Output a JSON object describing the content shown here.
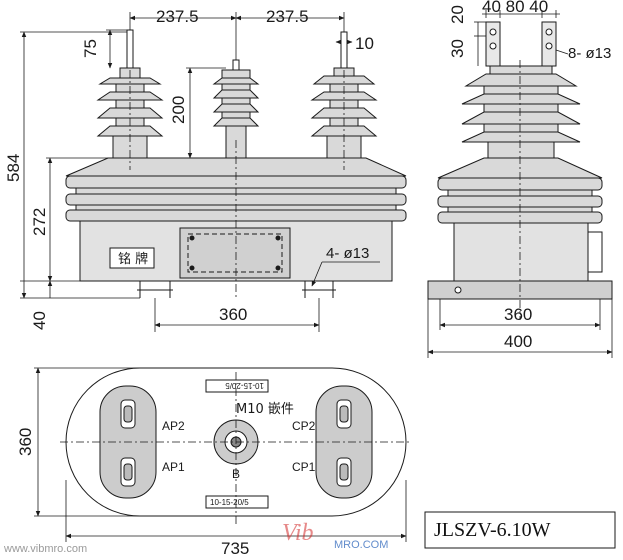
{
  "dimensions": {
    "top_left_span": "237.5",
    "top_right_span": "237.5",
    "stud_height": "75",
    "stud_width": "10",
    "insulator_height": "200",
    "total_height": "584",
    "body_height": "272",
    "foot_height": "40",
    "mount_hole": "4- ø13",
    "mount_spacing_front": "360",
    "side_20": "20",
    "side_30": "30",
    "terminal_spacing": "40 80 40",
    "terminal_holes": "8- ø13",
    "side_mount_spacing": "360",
    "side_width": "400",
    "plan_depth": "360",
    "plan_length": "735"
  },
  "labels": {
    "nameplate": "铭 牌",
    "ap2": "AP2",
    "ap1": "AP1",
    "cp2": "CP2",
    "cp1": "CP1",
    "m10": "M10 嵌件",
    "b": "B",
    "insert_top": "10-15-20/5",
    "insert_bottom": "10-15-20/5"
  },
  "model": "JLSZV-6.10W",
  "watermarks": {
    "site": "www.vibmro.com",
    "brand_mro": "MRO.COM",
    "brand_script": "Vib"
  }
}
